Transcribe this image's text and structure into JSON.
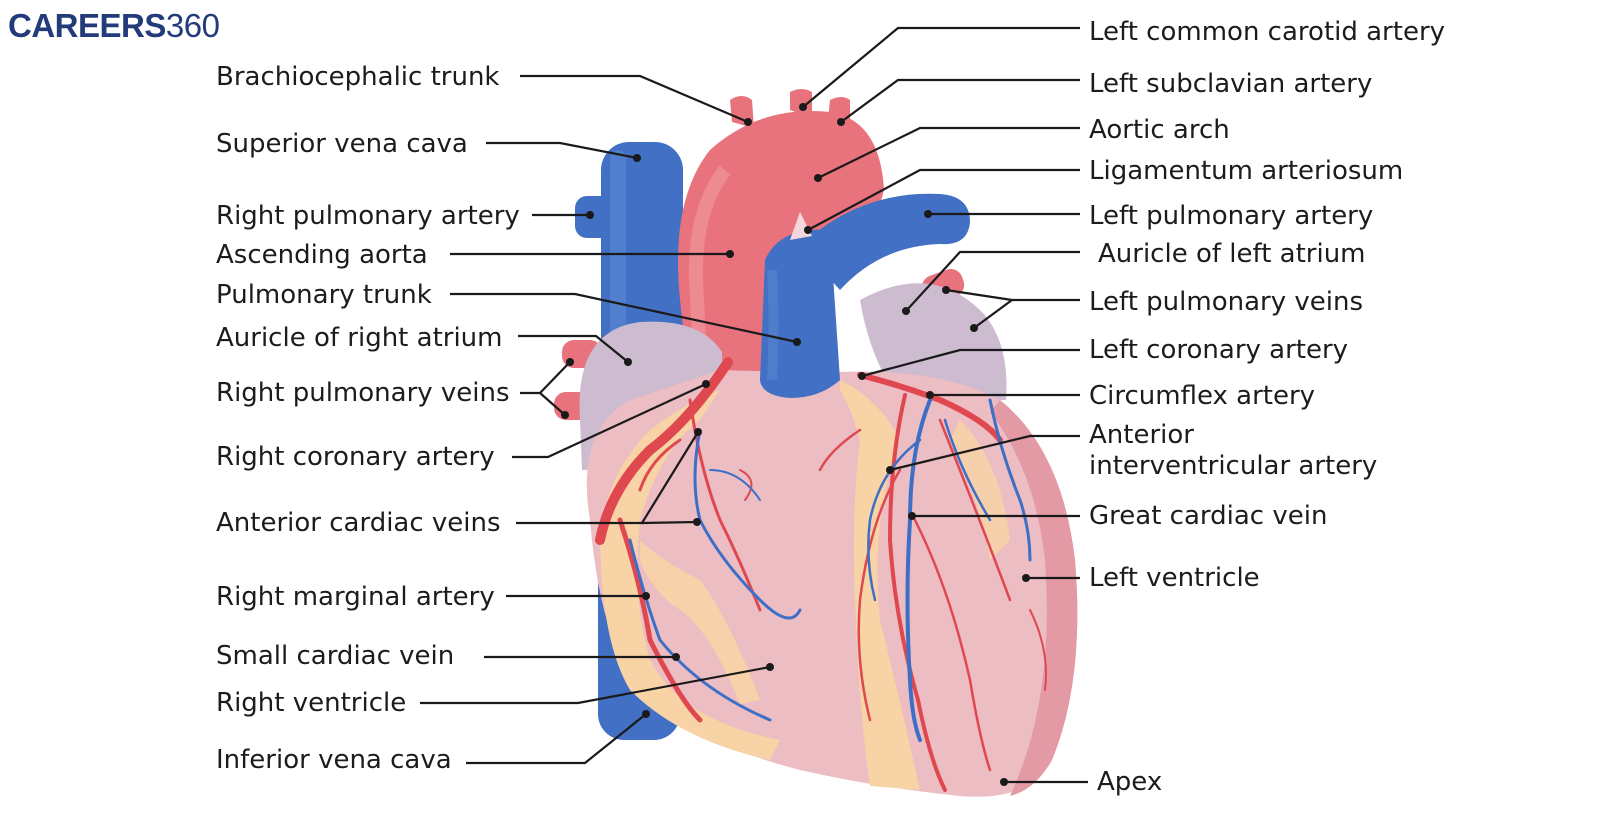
{
  "brand": {
    "part1": "CAREERS",
    "part2": "360"
  },
  "labels": {
    "brachiocephalic_trunk": "Brachiocephalic trunk",
    "superior_vena_cava": "Superior vena cava",
    "right_pulmonary_artery": "Right pulmonary artery",
    "ascending_aorta": "Ascending aorta",
    "pulmonary_trunk": "Pulmonary trunk",
    "auricle_right_atrium": "Auricle of right atrium",
    "right_pulmonary_veins": "Right pulmonary veins",
    "right_coronary_artery": "Right coronary artery",
    "anterior_cardiac_veins": "Anterior cardiac veins",
    "right_marginal_artery": "Right marginal artery",
    "small_cardiac_vein": "Small cardiac vein",
    "right_ventricle": "Right ventricle",
    "inferior_vena_cava": "Inferior vena cava",
    "left_common_carotid_artery": "Left common carotid artery",
    "left_subclavian_artery": "Left subclavian artery",
    "aortic_arch": "Aortic arch",
    "ligamentum_arteriosum": "Ligamentum arteriosum",
    "left_pulmonary_artery": "Left pulmonary artery",
    "auricle_left_atrium": "Auricle of left atrium",
    "left_pulmonary_veins": "Left pulmonary veins",
    "left_coronary_artery": "Left coronary artery",
    "circumflex_artery": "Circumflex artery",
    "anterior_interventricular_1": "Anterior",
    "anterior_interventricular_2": "interventricular artery",
    "great_cardiac_vein": "Great cardiac vein",
    "left_ventricle": "Left ventricle",
    "apex": "Apex"
  },
  "colors": {
    "artery": "#e8737c",
    "vein": "#4170c4",
    "atrium": "#cdbbd0",
    "myocardium": "#ecbdc3",
    "fat": "#f7d3a6"
  }
}
